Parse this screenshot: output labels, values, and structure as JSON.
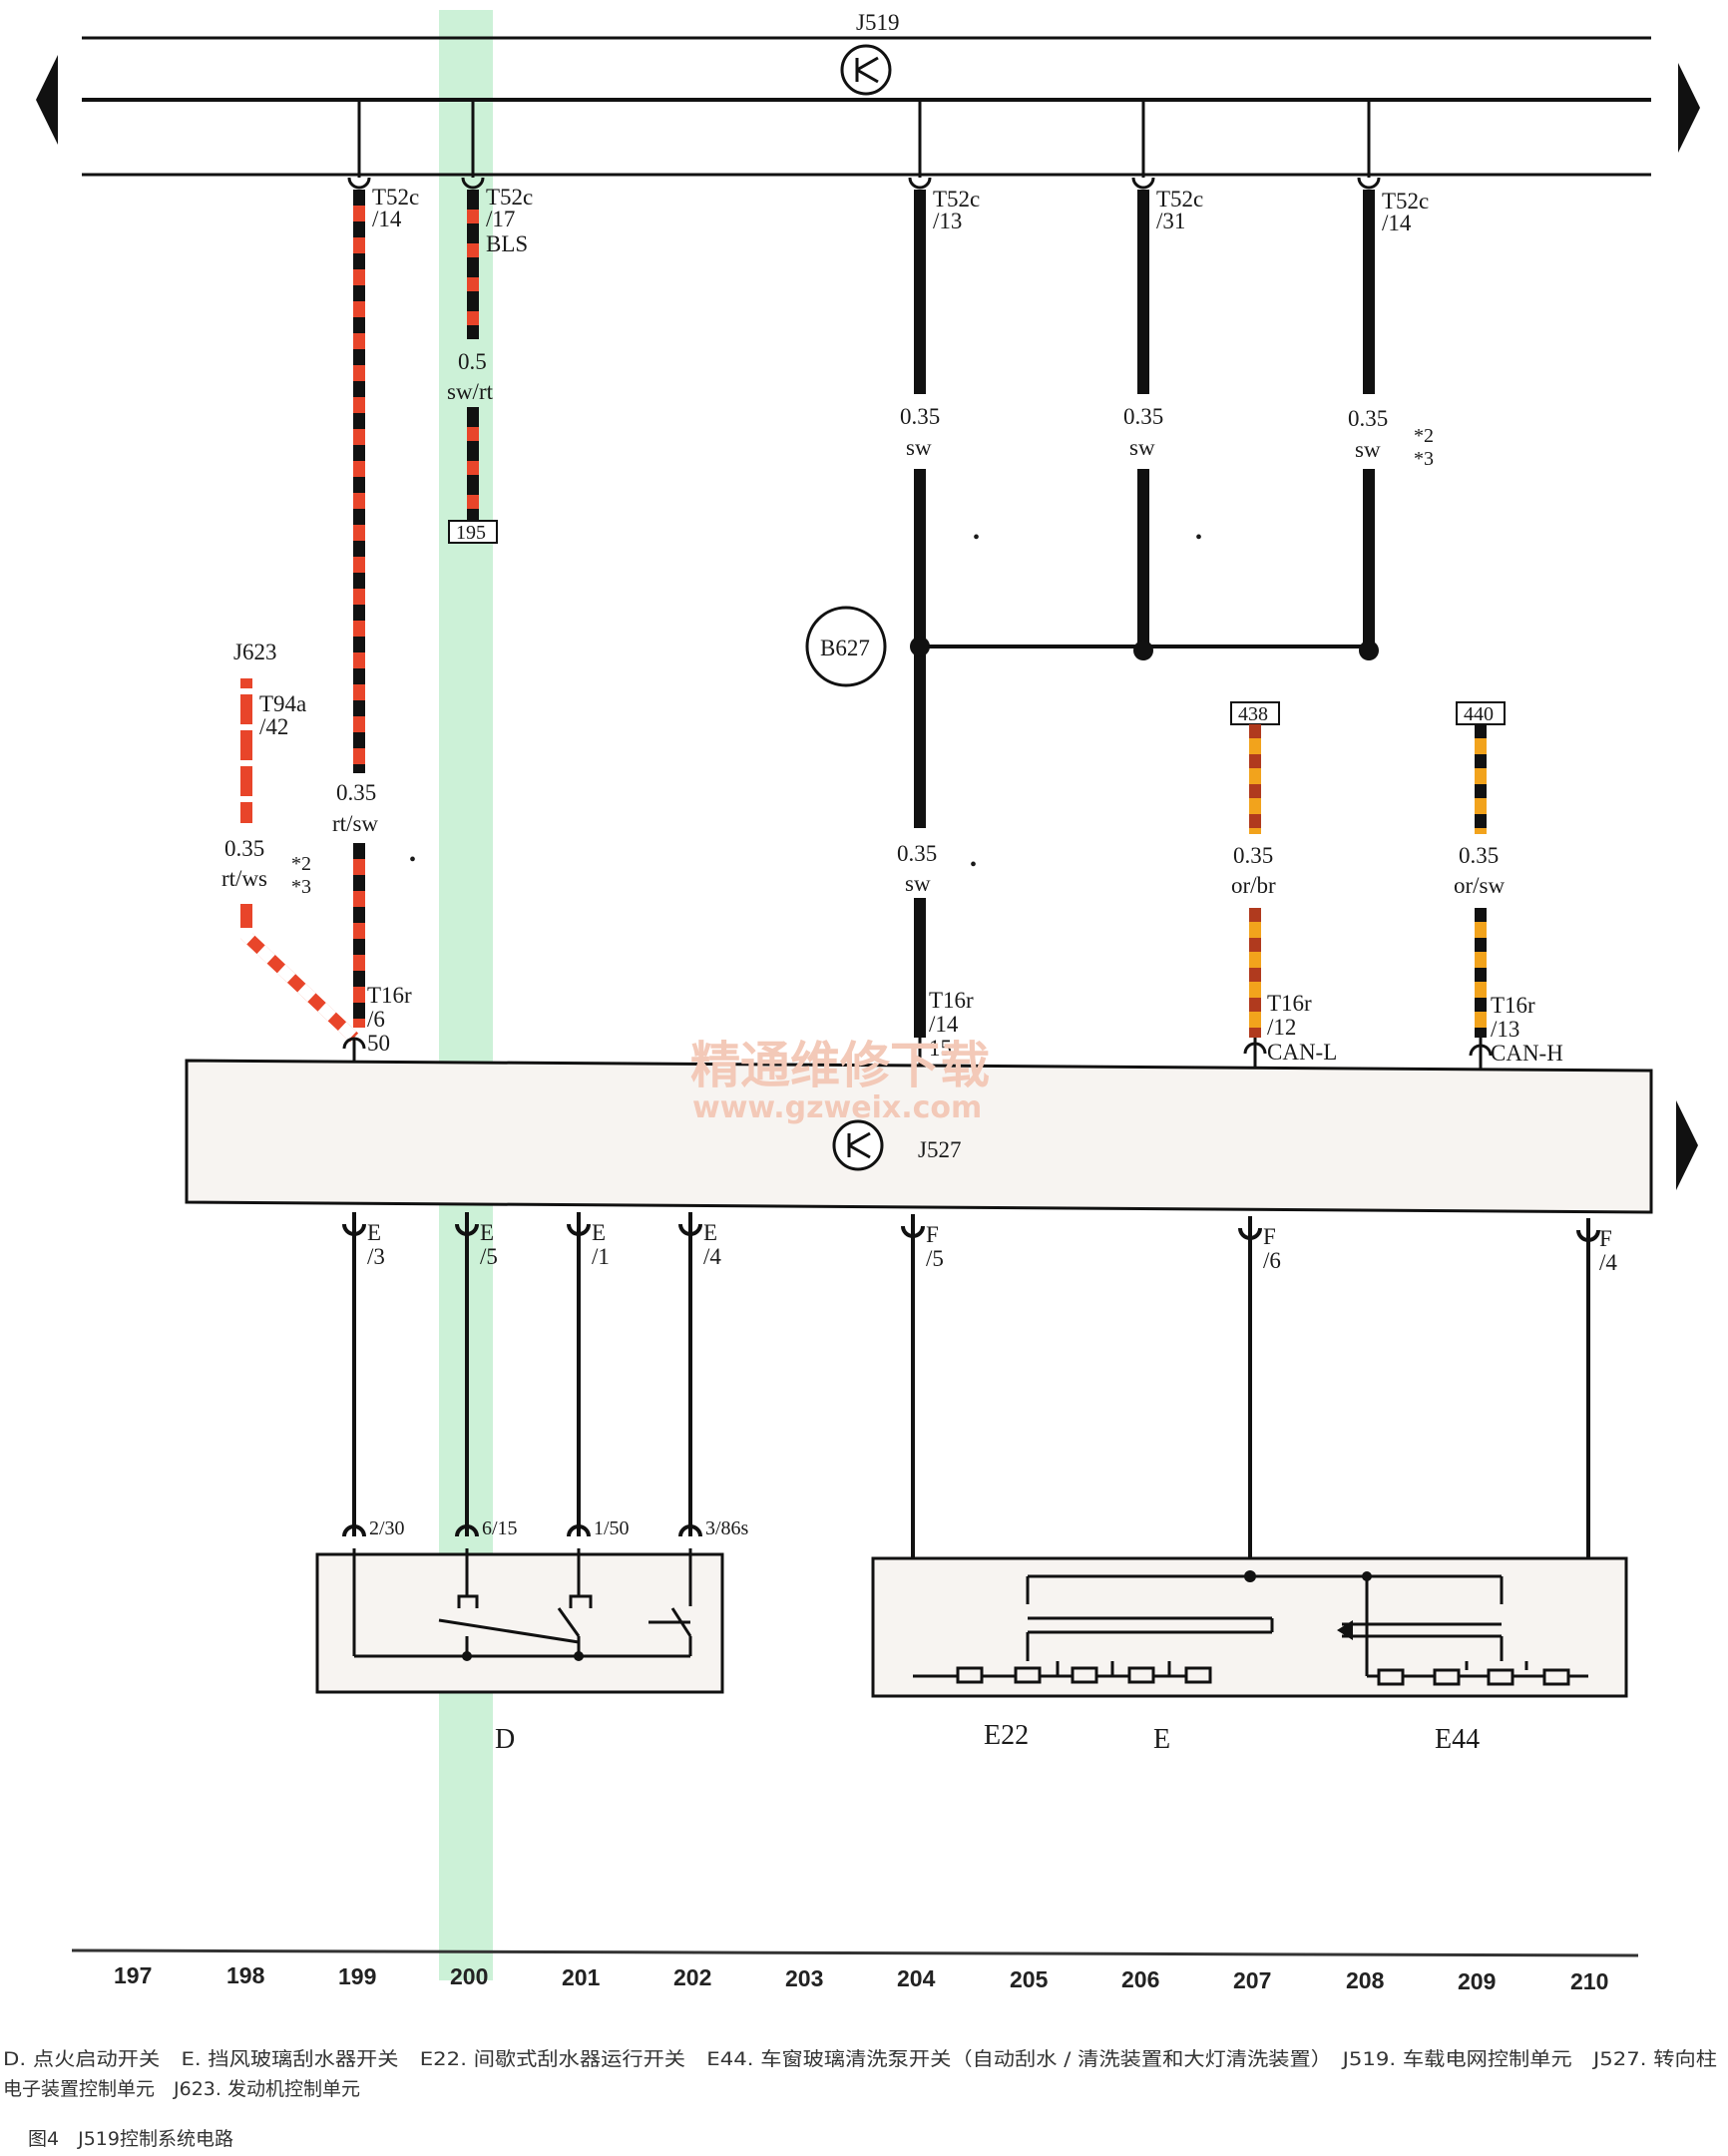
{
  "modules": {
    "top": "J519",
    "middle": "J527",
    "engine": "J623",
    "ground_point": "B627",
    "switch_d": "D",
    "switch_e22": "E22",
    "switch_e": "E",
    "switch_e44": "E44"
  },
  "wires": {
    "w199_pin": "T52c",
    "w199_no": "/14",
    "w199_gauge": "0.35",
    "w199_color": "rt/sw",
    "w200_pin": "T52c",
    "w200_no": "/17",
    "w200_sig": "BLS",
    "w200_gauge": "0.5",
    "w200_color": "sw/rt",
    "w200_ref": "195",
    "w204_pin": "T52c",
    "w204_no": "/13",
    "w204_gauge": "0.35",
    "w204_color": "sw",
    "w206_pin": "T52c",
    "w206_no": "/31",
    "w206_gauge": "0.35",
    "w206_color": "sw",
    "w208_pin": "T52c",
    "w208_no": "/14",
    "w208_gauge": "0.35",
    "w208_color": "sw",
    "w208_note1": "*2",
    "w208_note2": "*3",
    "j623_pin": "T94a",
    "j623_no": "/42",
    "j623_gauge": "0.35",
    "j623_color": "rt/ws",
    "j623_note1": "*2",
    "j623_note2": "*3",
    "w204b_gauge": "0.35",
    "w204b_color": "sw",
    "w207_ref": "438",
    "w207_gauge": "0.35",
    "w207_color": "or/br",
    "w209_ref": "440",
    "w209_gauge": "0.35",
    "w209_color": "or/sw",
    "t16r_6_pin": "T16r",
    "t16r_6_no": "/6",
    "t16r_6_sig": "50",
    "t16r_14_pin": "T16r",
    "t16r_14_no": "/14",
    "t16r_14_sig": "15",
    "t16r_12_pin": "T16r",
    "t16r_12_no": "/12",
    "t16r_12_sig": "CAN-L",
    "t16r_13_pin": "T16r",
    "t16r_13_no": "/13",
    "t16r_13_sig": "CAN-H"
  },
  "bottom_pins": [
    {
      "conn": "E",
      "no": "/3"
    },
    {
      "conn": "E",
      "no": "/5"
    },
    {
      "conn": "E",
      "no": "/1"
    },
    {
      "conn": "E",
      "no": "/4"
    },
    {
      "conn": "F",
      "no": "/5"
    },
    {
      "conn": "F",
      "no": "/6"
    },
    {
      "conn": "F",
      "no": "/4"
    }
  ],
  "switch_terms": [
    "2/30",
    "6/15",
    "1/50",
    "3/86s"
  ],
  "dots": {
    "d1": "•",
    "d2": "•",
    "d3": "•",
    "d4": "•"
  },
  "watermark": {
    "line1": "精通维修下载",
    "line2": "www.gzweix.com"
  },
  "columns": [
    "197",
    "198",
    "199",
    "200",
    "201",
    "202",
    "203",
    "204",
    "205",
    "206",
    "207",
    "208",
    "209",
    "210"
  ],
  "legend": {
    "line1": "D. 点火启动开关　E. 挡风玻璃刮水器开关　E22. 间歇式刮水器运行开关　E44. 车窗玻璃清洗泵开关（自动刮水 / 清洗装置和大灯清洗装置）　J519. 车载电网控制单元　J527. 转向柱",
    "line2": "电子装置控制单元　J623. 发动机控制单元"
  },
  "caption": "图4　J519控制系统电路",
  "colors": {
    "red": "#e8452a",
    "black": "#111111",
    "orange": "#f2a31c",
    "brown": "#b03a1e",
    "highlight": "#bfeccb",
    "box_fill": "#f7f4f1"
  }
}
